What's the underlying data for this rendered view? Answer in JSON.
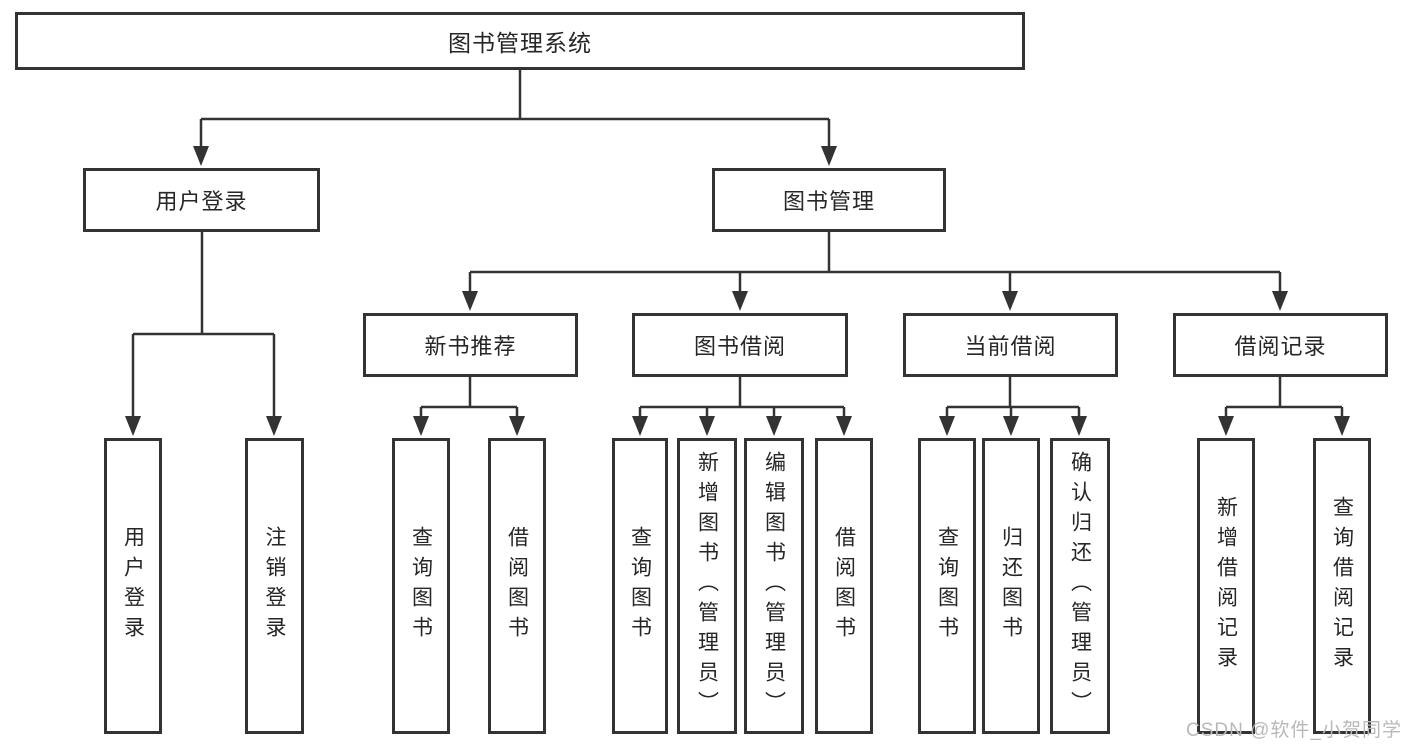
{
  "diagram": {
    "root": {
      "label": "图书管理系统"
    },
    "level2": [
      {
        "label": "用户登录"
      },
      {
        "label": "图书管理"
      }
    ],
    "level3": [
      {
        "label": "新书推荐"
      },
      {
        "label": "图书借阅"
      },
      {
        "label": "当前借阅"
      },
      {
        "label": "借阅记录"
      }
    ],
    "leaves": {
      "user_login": [
        {
          "label": "用户登录"
        },
        {
          "label": "注销登录"
        }
      ],
      "new_book_recommend": [
        {
          "label": "查询图书"
        },
        {
          "label": "借阅图书"
        }
      ],
      "book_borrow": [
        {
          "label": "查询图书"
        },
        {
          "label": "新增图书（管理员）"
        },
        {
          "label": "编辑图书（管理员）"
        },
        {
          "label": "借阅图书"
        }
      ],
      "current_borrow": [
        {
          "label": "查询图书"
        },
        {
          "label": "归还图书"
        },
        {
          "label": "确认归还（管理员）"
        }
      ],
      "borrow_record": [
        {
          "label": "新增借阅记录"
        },
        {
          "label": "查询借阅记录"
        }
      ]
    },
    "colors": {
      "line": "#333333",
      "box_border": "#333333",
      "box_fill": "#ffffff",
      "text": "#262626"
    }
  },
  "watermark": {
    "text": "CSDN @软件_小贺同学",
    "color": "#b9b9b9"
  }
}
